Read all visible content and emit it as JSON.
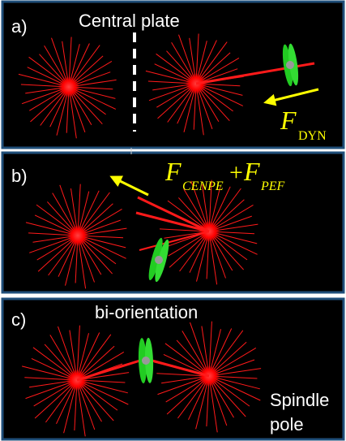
{
  "panels": [
    {
      "id": "a",
      "label": "a)",
      "title": "Central plate",
      "force": {
        "symbol": "F",
        "subscript": "DYN"
      }
    },
    {
      "id": "b",
      "label": "b)",
      "force": {
        "symbol1": "F",
        "sub1": "CENPE",
        "plus": "+",
        "symbol2": "F",
        "sub2": "PEF"
      }
    },
    {
      "id": "c",
      "label": "c)",
      "title": "bi-orientation",
      "annotation_line1": "Spindle",
      "annotation_line2": "pole"
    }
  ],
  "colors": {
    "background": "#000000",
    "frame": "#1f4e79",
    "spindle_rays": "#ff1a1a",
    "chromosome": "#22cc22",
    "arrow": "#ffff00",
    "text": "#ffffff",
    "force_text": "#ffff00"
  }
}
